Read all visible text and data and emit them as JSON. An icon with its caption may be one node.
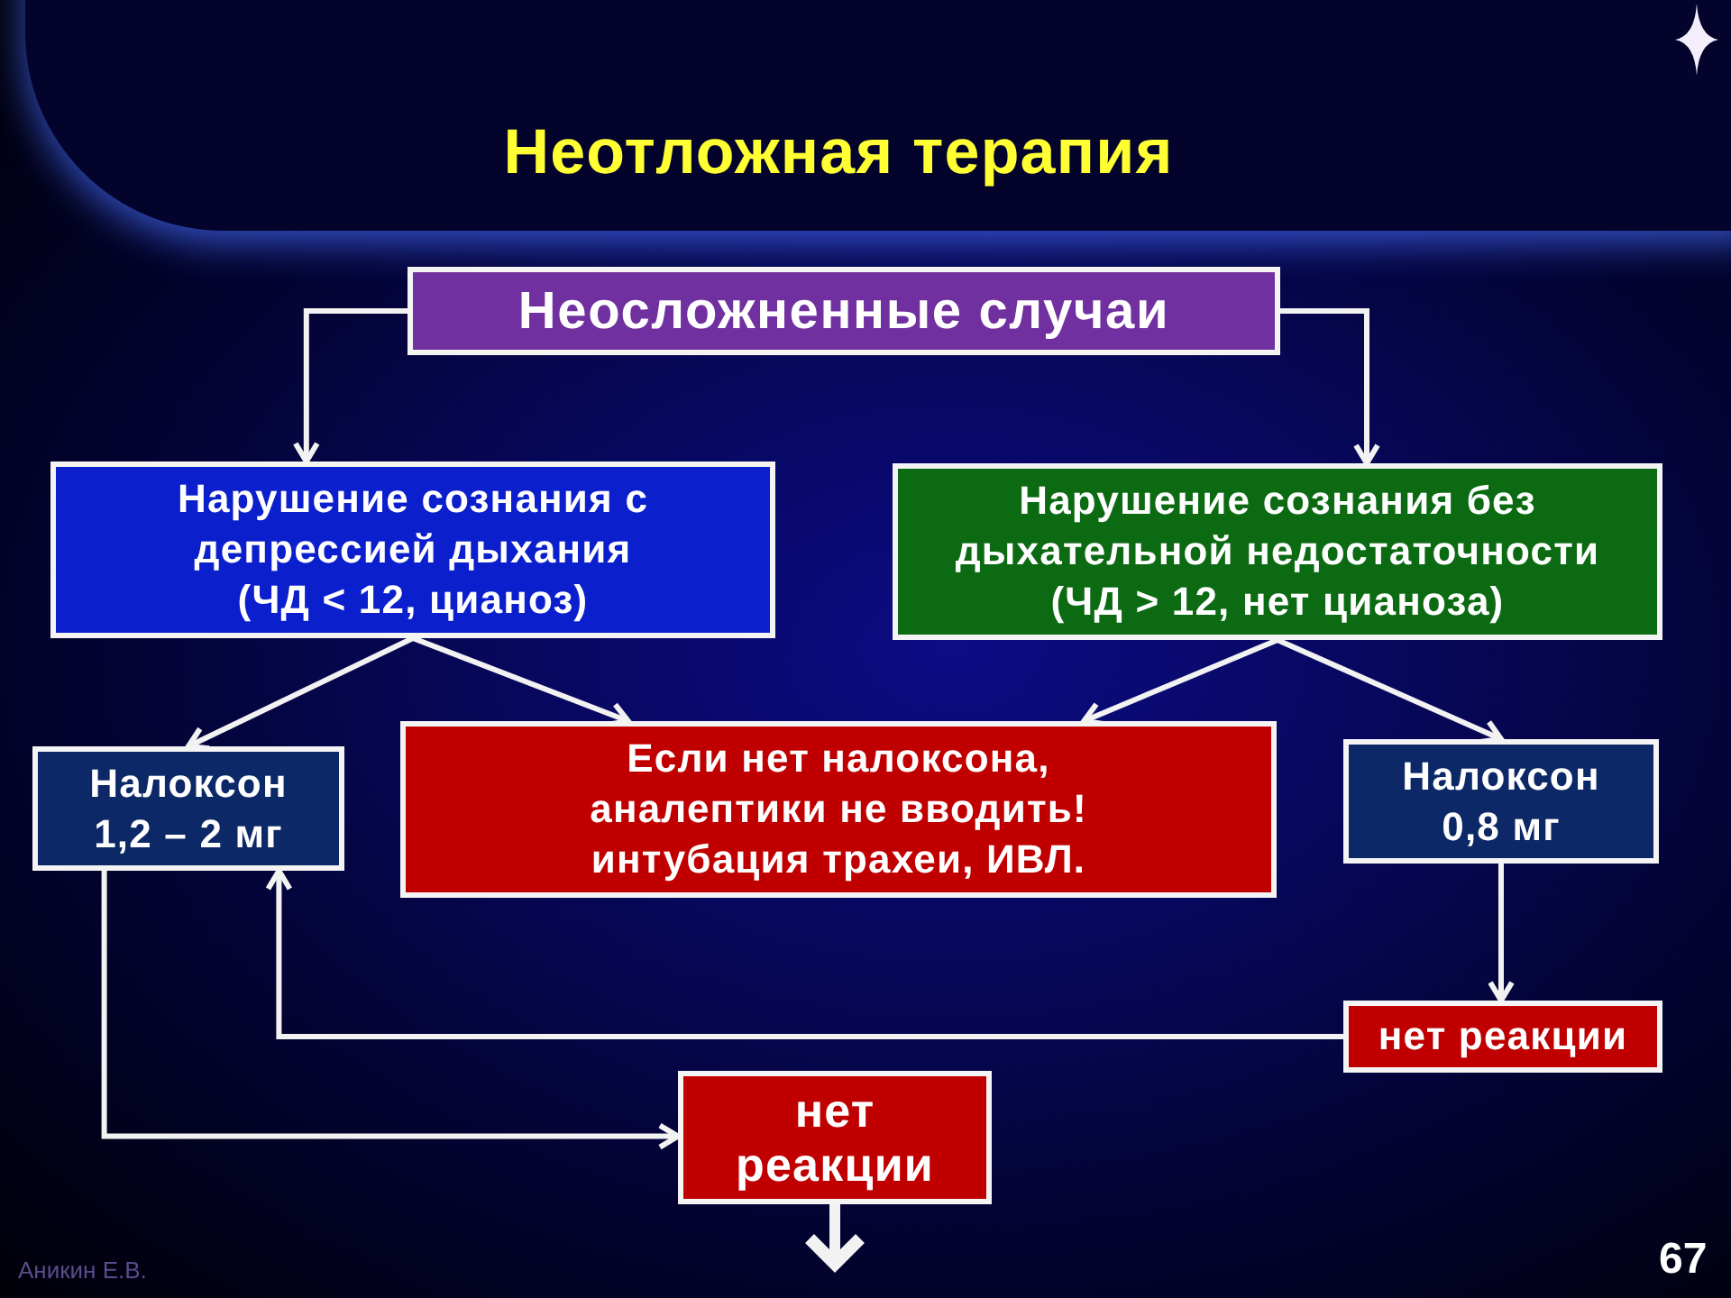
{
  "diagram": {
    "title": "Неотложная терапия",
    "nodes": [
      {
        "text": [
          "Неосложненные случаи"
        ]
      },
      {
        "text": [
          "Нарушение сознания с депрессией дыхания (ЧД < 12, цианоз)"
        ]
      },
      {
        "text": [
          "Нарушение сознания без дыхательной недостаточности (ЧД > 12, нет цианоза)"
        ]
      },
      {
        "text": [
          "Налоксон 1,2 – 2 мг"
        ]
      },
      {
        "text": [
          "Если нет налоксона, аналептики не вводить! интубация трахеи, ИВЛ."
        ]
      },
      {
        "text": [
          "Налоксон 0,8 мг"
        ]
      },
      {
        "text": [
          "нет реакции"
        ]
      },
      {
        "text": [
          "нет реакции"
        ]
      }
    ],
    "edges": [
      {
        "from": 0,
        "to": 1,
        "arrow": "to"
      },
      {
        "from": 0,
        "to": 2,
        "arrow": "to"
      },
      {
        "from": 1,
        "to": 3,
        "arrow": "to"
      },
      {
        "from": 1,
        "to": 4,
        "arrow": "to"
      },
      {
        "from": 2,
        "to": 4,
        "arrow": "to"
      },
      {
        "from": 2,
        "to": 5,
        "arrow": "to"
      },
      {
        "from": 5,
        "to": 6,
        "arrow": "to"
      },
      {
        "from": 6,
        "to": 3,
        "arrow": "to"
      },
      {
        "from": 3,
        "to": 7,
        "arrow": "to"
      },
      {
        "from": 7,
        "to": null,
        "arrow": "to",
        "style": "thick"
      }
    ],
    "labels": [
      "Аникин Е.В.",
      "67"
    ]
  }
}
